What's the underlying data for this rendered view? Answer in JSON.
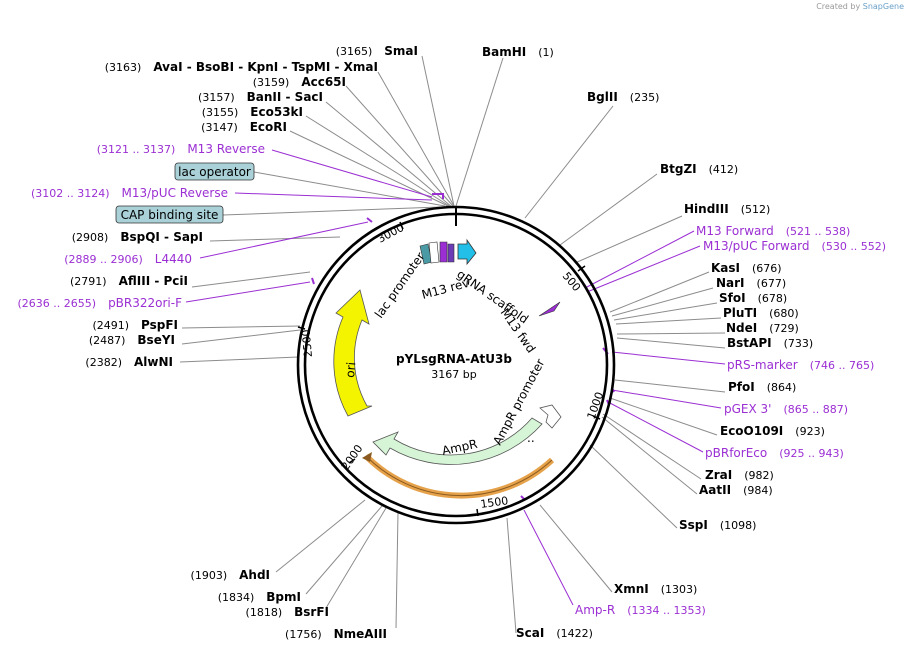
{
  "branding": {
    "prefix": "Created by",
    "name": "SnapGene"
  },
  "plasmid": {
    "name": "pYLsgRNA-AtU3b",
    "length": 3167,
    "length_label": "3167 bp"
  },
  "ring_ticks": [
    {
      "value": 500,
      "label": "500"
    },
    {
      "value": 1000,
      "label": "1000"
    },
    {
      "value": 1500,
      "label": "1500"
    },
    {
      "value": 2000,
      "label": "2000"
    },
    {
      "value": 2500,
      "label": "2500"
    },
    {
      "value": 3000,
      "label": "3000"
    }
  ],
  "enzymes_right": [
    {
      "name": "BamHI",
      "pos": "(1)"
    },
    {
      "name": "BglII",
      "pos": "(235)"
    },
    {
      "name": "BtgZI",
      "pos": "(412)"
    },
    {
      "name": "HindIII",
      "pos": "(512)"
    },
    {
      "name": "KasI",
      "pos": "(676)"
    },
    {
      "name": "NarI",
      "pos": "(677)"
    },
    {
      "name": "SfoI",
      "pos": "(678)"
    },
    {
      "name": "PluTI",
      "pos": "(680)"
    },
    {
      "name": "NdeI",
      "pos": "(729)"
    },
    {
      "name": "BstAPI",
      "pos": "(733)"
    },
    {
      "name": "PfoI",
      "pos": "(864)"
    },
    {
      "name": "EcoO109I",
      "pos": "(923)"
    },
    {
      "name": "ZraI",
      "pos": "(982)"
    },
    {
      "name": "AatII",
      "pos": "(984)"
    },
    {
      "name": "SspI",
      "pos": "(1098)"
    },
    {
      "name": "XmnI",
      "pos": "(1303)"
    },
    {
      "name": "ScaI",
      "pos": "(1422)"
    }
  ],
  "primers_right": [
    {
      "name": "M13 Forward",
      "pos": "(521 .. 538)"
    },
    {
      "name": "M13/pUC Forward",
      "pos": "(530 .. 552)"
    },
    {
      "name": "pRS-marker",
      "pos": "(746 .. 765)"
    },
    {
      "name": "pGEX 3'",
      "pos": "(865 .. 887)"
    },
    {
      "name": "pBRforEco",
      "pos": "(925 .. 943)"
    },
    {
      "name": "Amp-R",
      "pos": "(1334 .. 1353)"
    }
  ],
  "enzymes_left": [
    {
      "name": "SmaI",
      "pos": "(3165)"
    },
    {
      "name": "AvaI  -  BsoBI  -  KpnI  -  TspMI  -  XmaI",
      "pos": "(3163)"
    },
    {
      "name": "Acc65I",
      "pos": "(3159)"
    },
    {
      "name": "BanII  -  SacI",
      "pos": "(3157)"
    },
    {
      "name": "Eco53kI",
      "pos": "(3155)"
    },
    {
      "name": "EcoRI",
      "pos": "(3147)"
    },
    {
      "name": "BspQI  -  SapI",
      "pos": "(2908)"
    },
    {
      "name": "AflIII  -  PciI",
      "pos": "(2791)"
    },
    {
      "name": "PspFI",
      "pos": "(2491)"
    },
    {
      "name": "BseYI",
      "pos": "(2487)"
    },
    {
      "name": "AlwNI",
      "pos": "(2382)"
    },
    {
      "name": "AhdI",
      "pos": "(1903)"
    },
    {
      "name": "BpmI",
      "pos": "(1834)"
    },
    {
      "name": "BsrFI",
      "pos": "(1818)"
    },
    {
      "name": "NmeAIII",
      "pos": "(1756)"
    }
  ],
  "primers_left": [
    {
      "name": "M13 Reverse",
      "pos": "(3121 .. 3137)"
    },
    {
      "name": "M13/pUC Reverse",
      "pos": "(3102 .. 3124)"
    },
    {
      "name": "L4440",
      "pos": "(2889 .. 2906)"
    },
    {
      "name": "pBR322ori-F",
      "pos": "(2636 .. 2655)"
    }
  ],
  "boxed_features": [
    {
      "name": "lac operator"
    },
    {
      "name": "CAP binding site"
    }
  ],
  "features": [
    {
      "name": "lac promoter"
    },
    {
      "name": "M13 rev"
    },
    {
      "name": "gRNA scaffold"
    },
    {
      "name": "M13 fwd"
    },
    {
      "name": "AmpR promoter"
    },
    {
      "name": "AmpR"
    },
    {
      "name": "ori"
    }
  ],
  "colors": {
    "enzyme_line": "#8c8c8c",
    "primer": "#9b2fd3",
    "ori": "#f4f400",
    "ampr": "#d6f5d6",
    "orange_band": "#e6a24a",
    "scaffold": "#22c0e8",
    "box_fill": "#a9d1d7"
  }
}
